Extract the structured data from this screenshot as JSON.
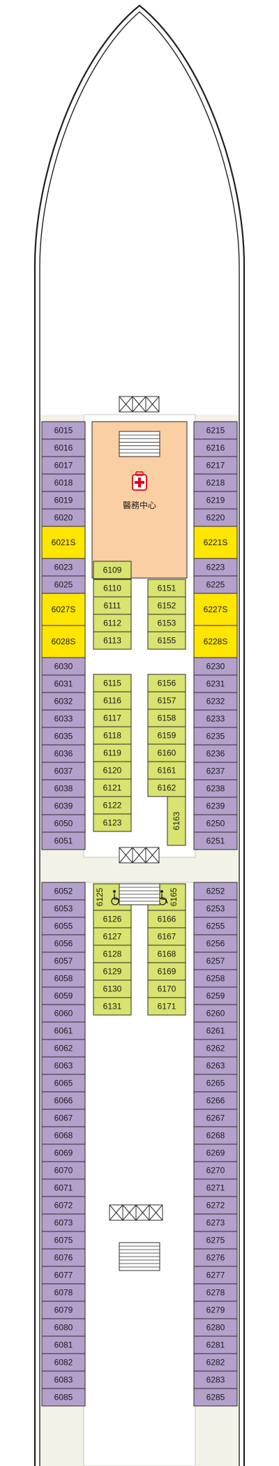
{
  "colors": {
    "hull_fill": "#ffffff",
    "hull_stroke": "#231f20",
    "deck_fill": "#f3f2e8",
    "cabin_standard": "#b3a1cc",
    "cabin_suite": "#ffe600",
    "cabin_inner": "#d9e36f",
    "medical_area": "#f9cfa3",
    "cabin_border": "#2b2b2b",
    "text": "#1a1a1a",
    "cross_red": "#e60012"
  },
  "medical_center": {
    "label": "醫務中心",
    "icon": "first-aid-kit-icon"
  },
  "icons": {
    "accessible": "wheelchair-icon",
    "stairs": "stairs-icon",
    "elevator": "elevator-icon"
  },
  "cabins": {
    "left_outer_fore": [
      "6015",
      "6016",
      "6017",
      "6018",
      "6019",
      "6020",
      "6021S",
      "6023",
      "6025",
      "6027S",
      "6028S",
      "6030",
      "6031",
      "6032",
      "6033",
      "6035",
      "6036",
      "6037",
      "6038",
      "6039",
      "6050",
      "6051"
    ],
    "right_outer_fore": [
      "6215",
      "6216",
      "6217",
      "6218",
      "6219",
      "6220",
      "6221S",
      "6223",
      "6225",
      "6227S",
      "6228S",
      "6230",
      "6231",
      "6232",
      "6233",
      "6235",
      "6236",
      "6237",
      "6238",
      "6239",
      "6250",
      "6251"
    ],
    "inner_left_fore": [
      "6109",
      "6110",
      "6111",
      "6112",
      "6113",
      "6115",
      "6116",
      "6117",
      "6118",
      "6119",
      "6120",
      "6121",
      "6122",
      "6123"
    ],
    "inner_right_fore": [
      "6151",
      "6152",
      "6153",
      "6155",
      "6156",
      "6157",
      "6158",
      "6159",
      "6160",
      "6161",
      "6162"
    ],
    "inner_right_fore_rotated": "6163",
    "left_outer_aft": [
      "6052",
      "6053",
      "6055",
      "6056",
      "6057",
      "6058",
      "6059",
      "6060",
      "6061",
      "6062",
      "6063",
      "6065",
      "6066",
      "6067",
      "6068",
      "6069",
      "6070",
      "6071",
      "6072",
      "6073",
      "6075",
      "6076",
      "6077",
      "6078",
      "6079",
      "6080",
      "6081",
      "6082",
      "6083",
      "6085"
    ],
    "right_outer_aft": [
      "6252",
      "6253",
      "6255",
      "6256",
      "6257",
      "6258",
      "6259",
      "6260",
      "6261",
      "6262",
      "6263",
      "6265",
      "6266",
      "6267",
      "6268",
      "6269",
      "6270",
      "6271",
      "6272",
      "6273",
      "6275",
      "6276",
      "6277",
      "6278",
      "6279",
      "6280",
      "6281",
      "6282",
      "6283",
      "6285"
    ],
    "inner_left_aft_accessible": "6125",
    "inner_right_aft_accessible": "6165",
    "inner_left_aft": [
      "6126",
      "6127",
      "6128",
      "6129",
      "6130",
      "6131"
    ],
    "inner_right_aft": [
      "6166",
      "6167",
      "6168",
      "6169",
      "6170",
      "6171"
    ]
  }
}
